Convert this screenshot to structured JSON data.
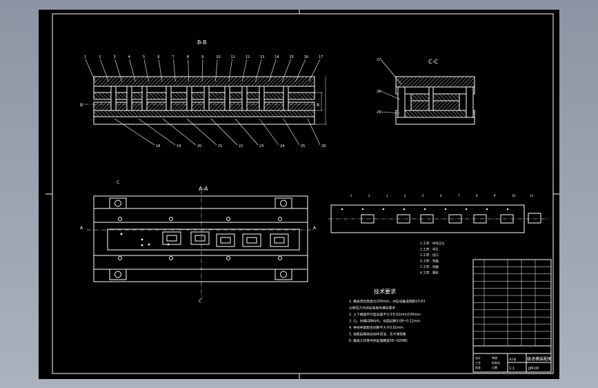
{
  "colors": {
    "background": "#a3acb8",
    "sheet": "#000000",
    "line": "#ffffff",
    "hatch": "#c8c8c8",
    "frame": "#ffffff"
  },
  "views": {
    "section_b": "B-B",
    "section_c": "C-C",
    "section_a": "A-A",
    "cut_b_left": "B",
    "cut_b_right": "B",
    "cut_c_top": "C",
    "cut_c_bottom": "C",
    "cut_a_left": "A",
    "cut_a_right": "A"
  },
  "section_b_balloons_top": [
    "1",
    "2",
    "3",
    "4",
    "5",
    "6",
    "7",
    "8",
    "9",
    "10",
    "11",
    "12",
    "13",
    "14",
    "15",
    "16",
    "17"
  ],
  "section_b_balloons_bottom": [
    "18",
    "19",
    "20",
    "21",
    "22",
    "23",
    "24",
    "25",
    "26"
  ],
  "section_c_balloons": [
    "27",
    "28",
    "29"
  ],
  "strip_labels": [
    "1",
    "2",
    "3",
    "4",
    "5",
    "6",
    "7",
    "8",
    "9",
    "10",
    "11"
  ],
  "strip_notes": [
    "1.工序：冲导正孔",
    "2.工序：冲孔",
    "3.工序：切口",
    "4.工序：弯曲",
    "5.工序：弯曲",
    "6.工序：落料"
  ],
  "tech_requirements": {
    "title": "技术要求",
    "items": [
      "1. 模具闭合高度为200mm，冲压设备选用JB23-63",
      "   公称压力与闭合高度均满足要求",
      "2. 上下模座平行度误差不大于0.02mm/100mm",
      "3. 凸、凹模间隙均匀，双面间隙0.08~0.12mm",
      "4. 导柱导套配合间隙不大于0.01mm",
      "5. 装配后模具应动作灵活、无卡滞现象",
      "6. 模具工作零件热处理硬度58~62HRC"
    ]
  },
  "title_block": {
    "drawing_name": "级进模装配图",
    "drawing_no": "JJM-00",
    "scale": "1:1",
    "sheet": "共1张",
    "labels": [
      "设计",
      "审核",
      "工艺",
      "标准化",
      "批准",
      "日期"
    ]
  }
}
